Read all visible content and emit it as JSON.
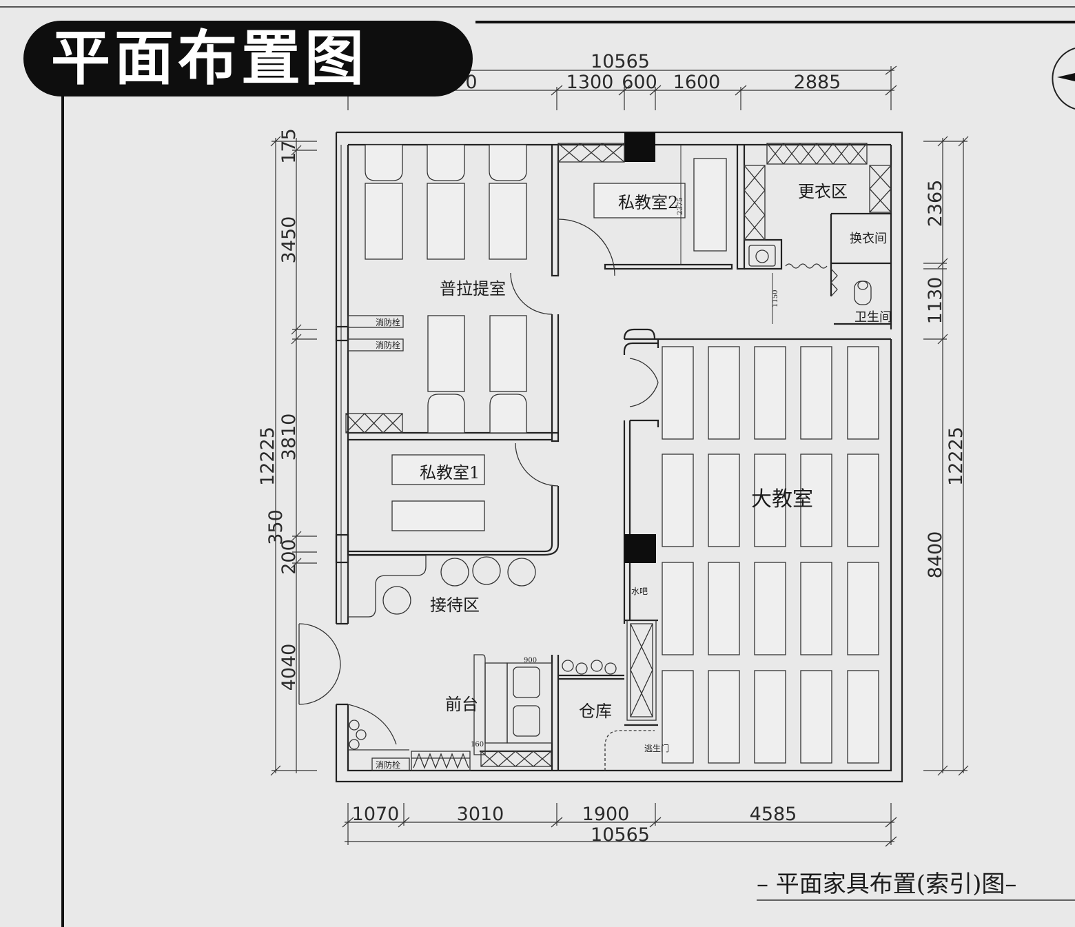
{
  "header": {
    "title": "平面布置图"
  },
  "drawing_title": "– 平面家具布置(索引)图–",
  "rooms": {
    "pilates": "普拉提室",
    "private2": "私教室2",
    "changing": "更衣区",
    "fitting": "换衣间",
    "toilet": "卫生间",
    "private1": "私教室1",
    "big_class": "大教室",
    "reception": "接待区",
    "front_desk": "前台",
    "storage": "仓库",
    "water_bar": "水吧"
  },
  "labels": {
    "hydrant1": "消防栓",
    "hydrant2": "消防栓",
    "hydrant3": "消防栓",
    "exit_door": "逃生门",
    "desk_w": "900",
    "desk_d": "160",
    "dim_2375": "2375",
    "dim_1150": "1150"
  },
  "dimensions": {
    "top_total": "10565",
    "top_1": "0",
    "top_2": "1300",
    "top_3": "600",
    "top_4": "1600",
    "top_5": "2885",
    "bottom_1": "1070",
    "bottom_2": "3010",
    "bottom_3": "1900",
    "bottom_4": "4585",
    "bottom_total": "10565",
    "left_total": "12225",
    "left_1": "175",
    "left_2": "3450",
    "left_3": "3810",
    "left_4": "350",
    "left_5": "200",
    "left_6": "4040",
    "right_1": "2365",
    "right_2": "1130",
    "right_total": "12225",
    "right_3": "8400"
  }
}
